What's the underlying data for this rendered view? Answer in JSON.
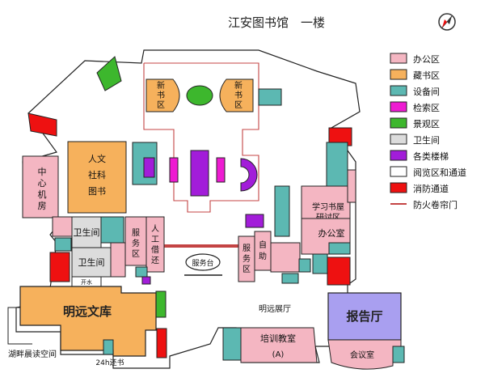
{
  "title": "江安图书馆　一楼",
  "colors": {
    "office": "#f4b6c2",
    "stacks": "#f6b15c",
    "equipment": "#5cb8b2",
    "search": "#ee1bd2",
    "view": "#3db72d",
    "restroom": "#dcdcdc",
    "stairs": "#a21dd9",
    "reading": "#ffffff",
    "fire": "#ee1111",
    "shutter": "#c44444",
    "hall": "#ffffff",
    "report": "#a99ff0",
    "outline": "#222222"
  },
  "legend": [
    {
      "label": "办公区",
      "color_key": "office",
      "kind": "box"
    },
    {
      "label": "藏书区",
      "color_key": "stacks",
      "kind": "box"
    },
    {
      "label": "设备间",
      "color_key": "equipment",
      "kind": "box"
    },
    {
      "label": "检索区",
      "color_key": "search",
      "kind": "box"
    },
    {
      "label": "景观区",
      "color_key": "view",
      "kind": "box"
    },
    {
      "label": "卫生间",
      "color_key": "restroom",
      "kind": "box"
    },
    {
      "label": "各类楼梯",
      "color_key": "stairs",
      "kind": "box"
    },
    {
      "label": "阅览区和通道",
      "color_key": "reading",
      "kind": "box"
    },
    {
      "label": "消防通道",
      "color_key": "fire",
      "kind": "box"
    },
    {
      "label": "防火卷帘门",
      "color_key": "shutter",
      "kind": "line"
    }
  ],
  "rooms": {
    "xinshu_left": "新书区",
    "xinshu_right": "新书区",
    "zhongxin_jifang": "中心机房",
    "renwen": "人文社科图书",
    "weisheng_1": "卫生间",
    "weisheng_2": "卫生间",
    "kaishui": "开水",
    "fuwu_left": "服务区",
    "rengong": "人工借还",
    "fuwutai": "服务台",
    "fuwu_right": "服务区",
    "zizhu": "自助",
    "xuexi": "学习书屋研讨区",
    "bangong": "办公室",
    "mingyuan_ku": "明远文库",
    "mingyuan_ting": "明远展厅",
    "baogao": "报告厅",
    "peixun": "培训教室",
    "peixun_sub": "(A)",
    "huiyi": "会议室",
    "hupan": "湖畔晨读空间",
    "huanshu": "24h还书"
  },
  "compass": {
    "north": "N"
  }
}
